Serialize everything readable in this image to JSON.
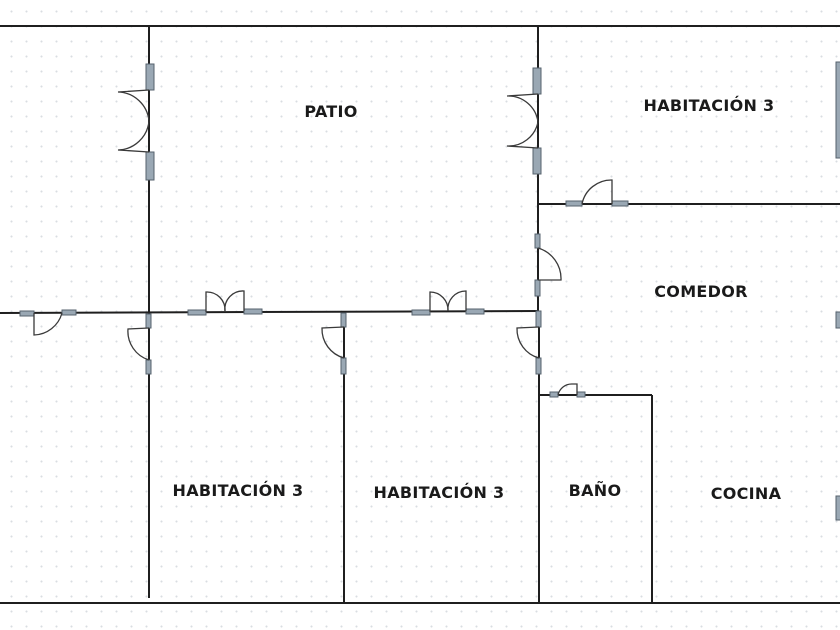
{
  "rooms": {
    "patio": "PATIO",
    "habitacion_top_right": "HABITACIÓN 3",
    "comedor": "COMEDOR",
    "habitacion_bottom_left": "HABITACIÓN 3",
    "habitacion_bottom_middle": "HABITACIÓN 3",
    "bano": "BAÑO",
    "cocina": "COCINA"
  },
  "colors": {
    "wall": "#1f1f1f",
    "door_jamb": "#9aa8b4",
    "door_swing": "#3a3a3a",
    "background": "#ffffff",
    "grid_dot": "#d9dde2"
  }
}
